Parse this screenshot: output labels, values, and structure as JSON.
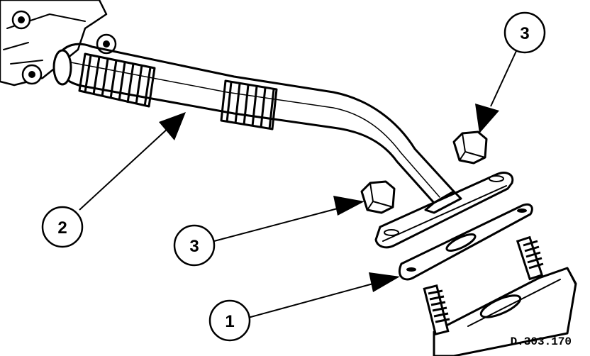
{
  "callouts": [
    {
      "id": "callout-1",
      "label": "1"
    },
    {
      "id": "callout-2",
      "label": "2"
    },
    {
      "id": "callout-3a",
      "label": "3"
    },
    {
      "id": "callout-3b",
      "label": "3"
    }
  ],
  "reference_code": "D.303.170"
}
